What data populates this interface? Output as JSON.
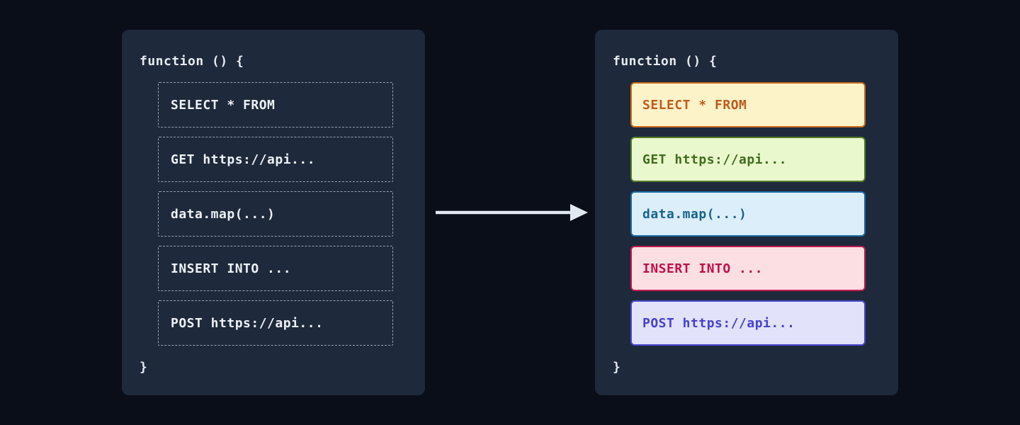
{
  "diagram": {
    "background_color": "#0a0e19",
    "panel_background_color": "#1e293b",
    "arrow_color": "#e2e8f0",
    "left_panel": {
      "header": "function () {",
      "footer": "}",
      "box_border_color": "#99a3b2",
      "box_text_color": "#edf1f6",
      "items": [
        {
          "label": "SELECT * FROM"
        },
        {
          "label": "GET https://api..."
        },
        {
          "label": "data.map(...)"
        },
        {
          "label": "INSERT INTO ..."
        },
        {
          "label": "POST https://api..."
        }
      ]
    },
    "right_panel": {
      "header": "function () {",
      "footer": "}",
      "items": [
        {
          "label": "SELECT * FROM",
          "bg": "#fcf3c9",
          "border": "#c96b1e",
          "text": "#c05a1a"
        },
        {
          "label": "GET https://api...",
          "bg": "#eaf8cd",
          "border": "#557d2b",
          "text": "#3f6d1d"
        },
        {
          "label": "data.map(...)",
          "bg": "#ddeefb",
          "border": "#1a6ba2",
          "text": "#15638f"
        },
        {
          "label": "INSERT INTO ...",
          "bg": "#fcdfe2",
          "border": "#c01c4e",
          "text": "#c01048"
        },
        {
          "label": "POST https://api...",
          "bg": "#e2e2fb",
          "border": "#4a48cf",
          "text": "#4442cd"
        }
      ]
    }
  }
}
